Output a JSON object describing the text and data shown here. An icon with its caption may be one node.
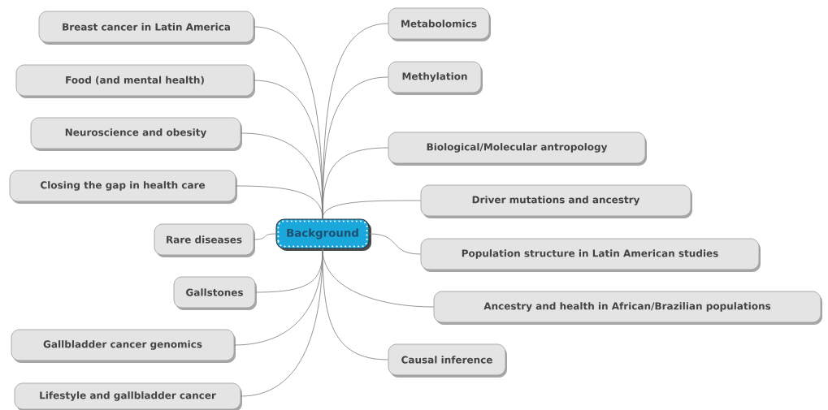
{
  "diagram": {
    "nodes": [
      {
        "text": [
          "Background"
        ]
      },
      {
        "text": [
          "Breast cancer in Latin America"
        ]
      },
      {
        "text": [
          "Food (and mental health)"
        ]
      },
      {
        "text": [
          "Neuroscience and obesity"
        ]
      },
      {
        "text": [
          "Closing the gap in health care"
        ]
      },
      {
        "text": [
          "Rare diseases"
        ]
      },
      {
        "text": [
          "Gallstones"
        ]
      },
      {
        "text": [
          "Gallbladder cancer genomics"
        ]
      },
      {
        "text": [
          "Lifestyle and gallbladder cancer"
        ]
      },
      {
        "text": [
          "Metabolomics"
        ]
      },
      {
        "text": [
          "Methylation"
        ]
      },
      {
        "text": [
          "Biological/Molecular antropology"
        ]
      },
      {
        "text": [
          "Driver mutations and ancestry"
        ]
      },
      {
        "text": [
          "Population structure in Latin American studies"
        ]
      },
      {
        "text": [
          "Ancestry and health in African/Brazilian populations"
        ]
      },
      {
        "text": [
          "Causal inference"
        ]
      }
    ],
    "edges": [
      {
        "from": 0,
        "to": 1,
        "arrow": "none"
      },
      {
        "from": 0,
        "to": 2,
        "arrow": "none"
      },
      {
        "from": 0,
        "to": 3,
        "arrow": "none"
      },
      {
        "from": 0,
        "to": 4,
        "arrow": "none"
      },
      {
        "from": 0,
        "to": 5,
        "arrow": "none"
      },
      {
        "from": 0,
        "to": 6,
        "arrow": "none"
      },
      {
        "from": 0,
        "to": 7,
        "arrow": "none"
      },
      {
        "from": 0,
        "to": 8,
        "arrow": "none"
      },
      {
        "from": 0,
        "to": 9,
        "arrow": "none"
      },
      {
        "from": 0,
        "to": 10,
        "arrow": "none"
      },
      {
        "from": 0,
        "to": 11,
        "arrow": "none"
      },
      {
        "from": 0,
        "to": 12,
        "arrow": "none"
      },
      {
        "from": 0,
        "to": 13,
        "arrow": "none"
      },
      {
        "from": 0,
        "to": 14,
        "arrow": "none"
      },
      {
        "from": 0,
        "to": 15,
        "arrow": "none"
      }
    ]
  }
}
